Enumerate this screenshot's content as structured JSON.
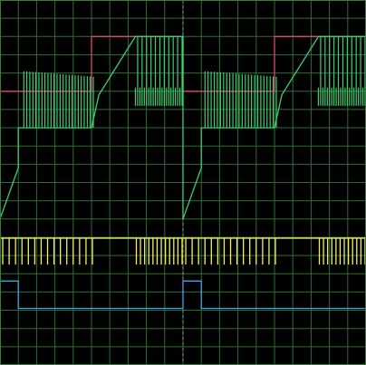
{
  "chart_data": {
    "type": "line",
    "title": "",
    "xlabel": "",
    "ylabel": "",
    "grid": true,
    "grid_divisions": {
      "x": 20,
      "y": 20
    },
    "xlim": [
      0,
      20
    ],
    "ylim": [
      0,
      20
    ],
    "cursor_x": 10,
    "colors": {
      "background": "#000000",
      "grid": "#2f6d2f",
      "border": "#3a7a3a",
      "cursor": "#9a9a9a",
      "red": "#d64a6a",
      "green": "#3cd070",
      "yellow": "#f2f25a",
      "blue": "#3aa8e6"
    },
    "series": [
      {
        "color_key": "red",
        "values": [
          [
            0,
            15
          ],
          [
            5,
            15
          ],
          [
            5,
            18
          ],
          [
            7.4,
            18
          ],
          [
            10,
            18
          ],
          [
            10,
            15
          ],
          [
            15,
            15
          ],
          [
            15,
            18
          ],
          [
            17.4,
            18
          ],
          [
            20,
            18
          ]
        ]
      },
      {
        "color_key": "green",
        "values": [
          [
            0,
            8
          ],
          [
            1,
            10.8
          ],
          [
            1,
            13
          ],
          [
            5,
            13
          ],
          [
            5.4,
            14.8
          ],
          [
            7.4,
            18
          ],
          [
            10,
            18
          ],
          [
            10,
            8
          ],
          [
            11,
            10.8
          ],
          [
            11,
            13
          ],
          [
            15,
            13
          ],
          [
            15.4,
            14.8
          ],
          [
            17.4,
            18
          ],
          [
            20,
            18
          ]
        ],
        "oscillations": [
          {
            "from": 1.3,
            "to": 5.1,
            "count": 24,
            "y_low": 13,
            "y_high_start": 16.1,
            "y_high_end": 15.8
          },
          {
            "from": 7.4,
            "to": 9.95,
            "count": 22,
            "y_low": 14.2,
            "y_high_start": 15.2,
            "y_high_end": 15.2,
            "extra_high": 18,
            "extra_every": 1
          },
          {
            "from": 11.2,
            "to": 15.1,
            "count": 24,
            "y_low": 13,
            "y_high_start": 16.1,
            "y_high_end": 15.8
          },
          {
            "from": 17.4,
            "to": 19.95,
            "count": 22,
            "y_low": 14.2,
            "y_high_start": 15.2,
            "y_high_end": 15.2,
            "extra_high": 18,
            "extra_every": 1
          }
        ]
      },
      {
        "color_key": "yellow",
        "baseline": 6.95,
        "pulses": [
          {
            "from": 0.15,
            "to": 5.05,
            "count": 15,
            "y_low": 5.5,
            "short_y_low": 5.5
          },
          {
            "from": 7.45,
            "to": 9.95,
            "count": 12,
            "y_low": 5.5,
            "short_y_low": 5.5
          },
          {
            "from": 10.15,
            "to": 15.05,
            "count": 15,
            "y_low": 5.5,
            "short_y_low": 5.5
          },
          {
            "from": 17.45,
            "to": 19.95,
            "count": 12,
            "y_low": 5.5,
            "short_y_low": 5.5
          }
        ]
      },
      {
        "color_key": "blue",
        "values": [
          [
            0,
            4.6
          ],
          [
            1,
            4.6
          ],
          [
            1,
            3.1
          ],
          [
            10,
            3.1
          ],
          [
            10,
            4.6
          ],
          [
            11,
            4.6
          ],
          [
            11,
            3.1
          ],
          [
            20,
            3.1
          ]
        ]
      }
    ]
  }
}
